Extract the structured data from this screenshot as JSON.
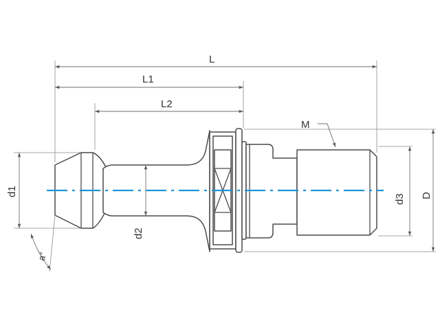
{
  "labels": {
    "L": "L",
    "L1": "L1",
    "L2": "L2",
    "M": "M",
    "d1": "d1",
    "d2": "d2",
    "d3": "d3",
    "D": "D",
    "angle": "a°"
  },
  "colors": {
    "outline": "#4a4a4a",
    "dimension": "#6e6e6e",
    "center_axis": "#1e96d8"
  }
}
